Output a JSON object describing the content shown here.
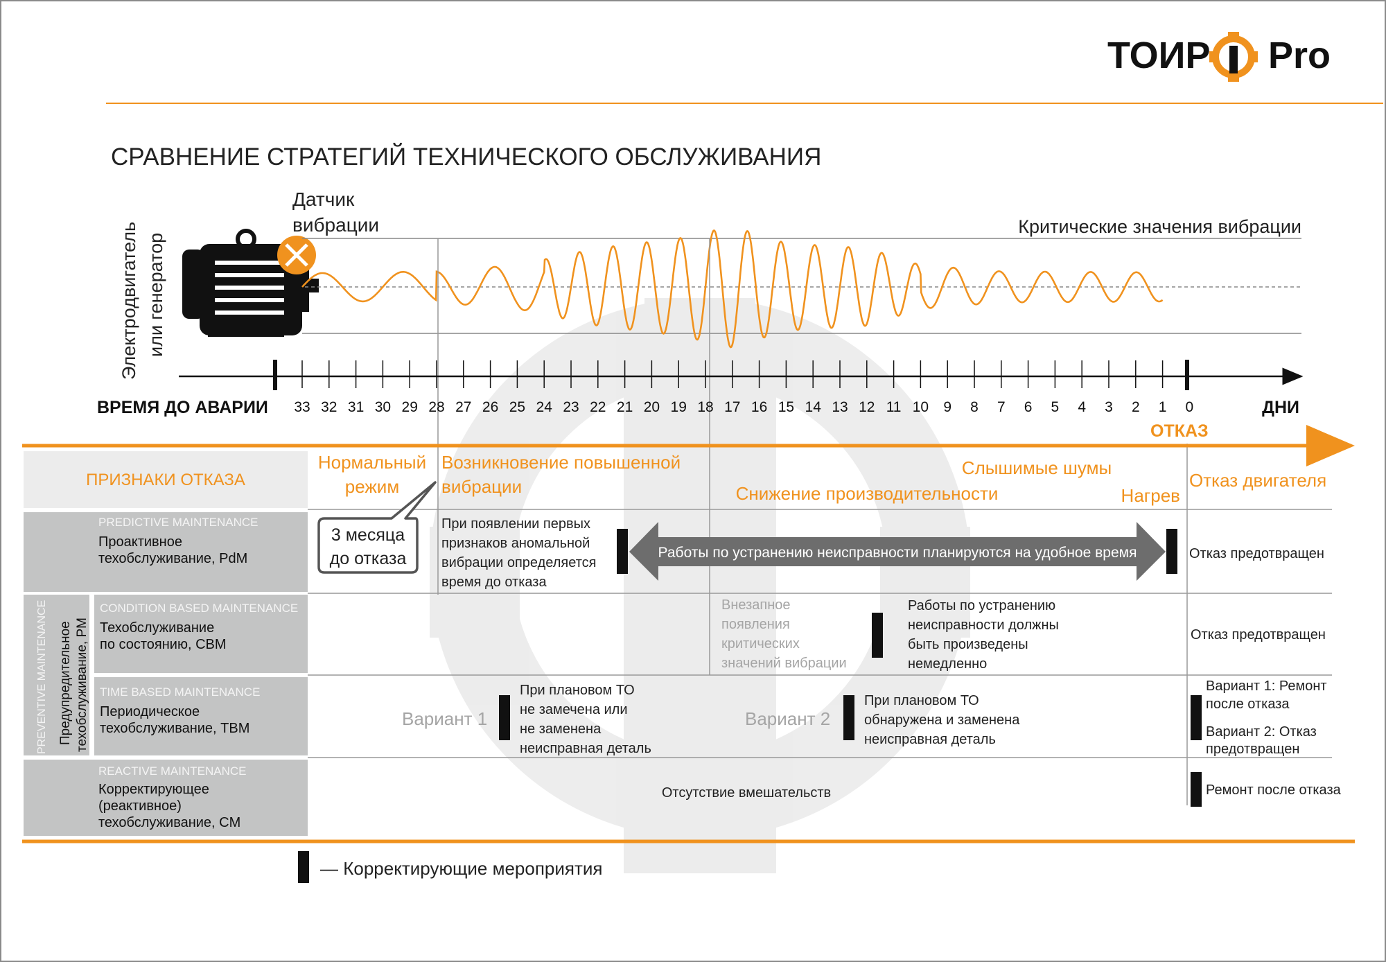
{
  "logo": {
    "left": "ТОИР",
    "right": "Pro"
  },
  "title": "СРАВНЕНИЕ СТРАТЕГИЙ ТЕХНИЧЕСКОГО ОБСЛУЖИВАНИЯ",
  "colors": {
    "accent": "#f0921e",
    "dark": "#1a1a1a",
    "grey_cell": "#c3c4c4",
    "light_cell": "#ececec",
    "arrow": "#6d6d6d"
  },
  "chart": {
    "motor_label": [
      "Электродвигатель",
      "или генератор"
    ],
    "sensor_label": [
      "Датчик",
      "вибрации"
    ],
    "critical_label": "Критические значения вибрации",
    "timeline_label": "ВРЕМЯ ДО АВАРИИ",
    "days_label": "ДНИ",
    "failure_label": "ОТКАЗ",
    "days": [
      "33",
      "32",
      "31",
      "30",
      "29",
      "28",
      "27",
      "26",
      "25",
      "24",
      "23",
      "22",
      "21",
      "20",
      "19",
      "18",
      "17",
      "16",
      "15",
      "14",
      "13",
      "12",
      "11",
      "10",
      "9",
      "8",
      "7",
      "6",
      "5",
      "4",
      "3",
      "2",
      "1",
      "0"
    ]
  },
  "chart_data": {
    "type": "line",
    "x_unit": "дни до аварии",
    "x_range": [
      33,
      0
    ],
    "note_values": "relative vibration amplitude",
    "amplitude_profile": [
      {
        "day": 33,
        "amp": 0.28
      },
      {
        "day": 28,
        "amp": 0.32
      },
      {
        "day": 25,
        "amp": 0.45
      },
      {
        "day": 22,
        "amp": 0.8
      },
      {
        "day": 19,
        "amp": 1.0
      },
      {
        "day": 17,
        "amp": 1.25
      },
      {
        "day": 15,
        "amp": 0.9
      },
      {
        "day": 12,
        "amp": 0.8
      },
      {
        "day": 10,
        "amp": 0.45
      },
      {
        "day": 7,
        "amp": 0.32
      },
      {
        "day": 1,
        "amp": 0.3
      }
    ]
  },
  "signs": {
    "header": "ПРИЗНАКИ ОТКАЗА",
    "normal": [
      "Нормальный",
      "режим"
    ],
    "vibration": [
      "Возникновение повышенной",
      "вибрации"
    ],
    "noise": "Слышимые шумы",
    "performance": "Снижение производительности",
    "heating": "Нагрев",
    "failure": "Отказ двигателя"
  },
  "callout": [
    "3 месяца",
    "до отказа"
  ],
  "rows": {
    "pdm": {
      "en": "PREDICTIVE MAINTENANCE",
      "ru": [
        "Проактивное",
        "техобслуживание, PdM"
      ],
      "text": [
        "При появлении первых",
        "признаков аномальной",
        "вибрации определяется",
        "время до отказа"
      ],
      "arrow_text": "Работы по устранению неисправности планируются на удобное время",
      "result": "Отказ предотвращен"
    },
    "pm_group": {
      "en": "PREVENTIVE MAINTENANCE",
      "ru": [
        "Предупредительное",
        "техобслуживание, PM"
      ]
    },
    "cbm": {
      "en": "CONDITION BASED MAINTENANCE",
      "ru": [
        "Техобслуживание",
        "по состоянию, CBM"
      ],
      "sudden": [
        "Внезапное",
        "появления",
        "критических",
        "значений вибрации"
      ],
      "text": [
        "Работы по устранению",
        "неисправности должны",
        "быть произведены",
        "немедленно"
      ],
      "result": "Отказ предотвращен"
    },
    "tbm": {
      "en": "TIME BASED MAINTENANCE",
      "ru": [
        "Периодическое",
        "техобслуживание, TBM"
      ],
      "variant1": "Вариант 1",
      "variant1_text": [
        "При плановом ТО",
        "не замечена или",
        "не заменена",
        "неисправная деталь"
      ],
      "variant2": "Вариант 2",
      "variant2_text": [
        "При плановом ТО",
        "обнаружена и заменена",
        "неисправная деталь"
      ],
      "result1": [
        "Вариант 1: Ремонт",
        "после отказа"
      ],
      "result2": [
        "Вариант 2: Отказ",
        "предотвращен"
      ]
    },
    "cm": {
      "en": "REACTIVE MAINTENANCE",
      "ru": [
        "Корректирующее",
        "(реактивное)",
        "техобслуживание, CM"
      ],
      "text": "Отсутствие вмешательств",
      "result": "Ремонт после отказа"
    }
  },
  "legend": "— Корректирующие мероприятия"
}
